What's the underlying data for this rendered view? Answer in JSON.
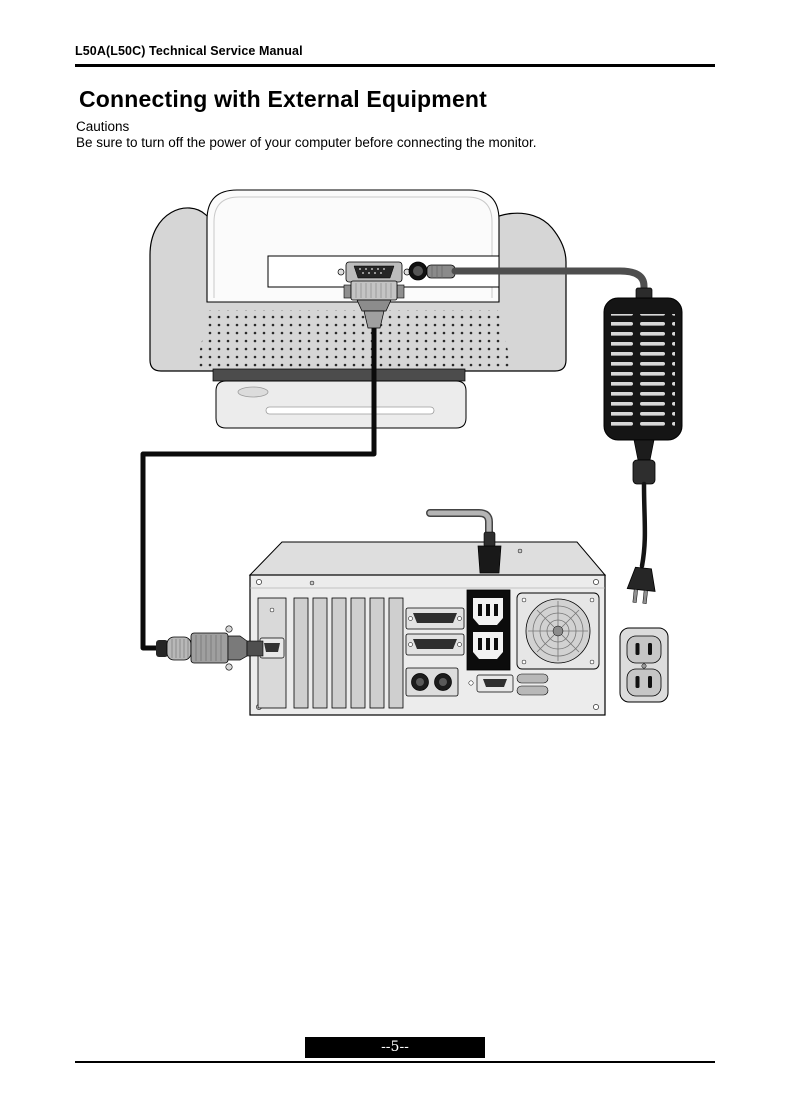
{
  "page": {
    "header_title": "L50A(L50C) Technical Service Manual",
    "title": "Connecting with External Equipment",
    "cautions_label": "Cautions",
    "cautions_body": "Be sure to turn off the power of your computer before connecting the monitor.",
    "page_number": "--5--"
  },
  "diagram": {
    "components": [
      "monitor-rear-view",
      "signal-cable",
      "monitor-power-cable",
      "power-adapter",
      "adapter-power-cord",
      "wall-outlet",
      "computer-rear-view",
      "computer-power-cord"
    ]
  },
  "colors": {
    "paper": "#ffffff",
    "ink": "#000000",
    "adapter_body": "#151515",
    "chassis_gray": "#ececec"
  }
}
